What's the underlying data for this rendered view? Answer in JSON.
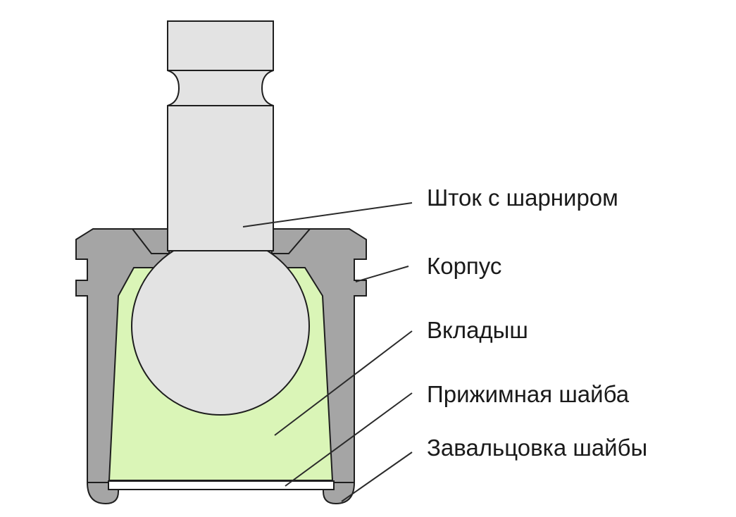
{
  "labels": {
    "stem": "Шток с шарниром",
    "housing": "Корпус",
    "insert": "Вкладыш",
    "washer": "Прижимная шайба",
    "rolling": "Завальцовка шайбы"
  },
  "colors": {
    "housing_fill": "#a5a5a5",
    "stem_fill": "#e3e3e3",
    "insert_fill": "#daf5b7",
    "washer_fill": "#ffffff",
    "outline": "#1e1e1e",
    "leader": "#2a2a2a",
    "text": "#1a1a1a"
  }
}
